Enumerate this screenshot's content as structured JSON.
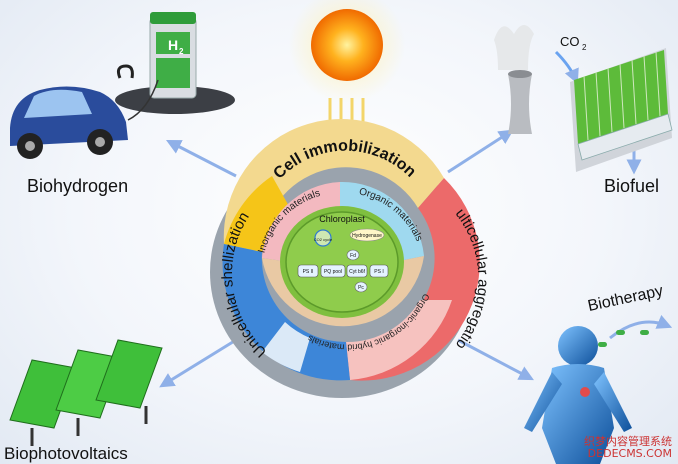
{
  "labels": {
    "biohydrogen": "Biohydrogen",
    "biofuel": "Biofuel",
    "biophotovoltaics": "Biophotovoltaics",
    "biotherapy": "Biotherapy",
    "co2": "CO",
    "co2_sub": "2",
    "h2": "H",
    "h2_sub": "2"
  },
  "ring_outer": {
    "cell_immobilization": "Cell immobilization",
    "multicellular_aggregation": "Multicellular aggregation",
    "unicellular_shellization": "Unicellular shellization"
  },
  "ring_inner": {
    "inorganic": "Inorganic materials",
    "organic": "Organic materials",
    "hybrid": "Organic-inorganic hybrid materials"
  },
  "chloroplast": {
    "title": "Chloroplast",
    "calvin": "CO2 cycle",
    "hydrogenase": "Hydrogenase",
    "fd": "Fd",
    "ps2": "PS II",
    "pq": "PQ pool",
    "cyt": "Cyt b6f",
    "ps1": "PS I",
    "pc": "Pc"
  },
  "watermark": {
    "line1": "织梦内容管理系统",
    "line2": "DEDECMS.COM"
  },
  "colors": {
    "sun": "#ff9a1a",
    "arrow": "#8fb0e8",
    "seg_yellow": "#f5c518",
    "seg_red": "#ec6a6a",
    "seg_blue": "#3d86d8",
    "inner_pink": "#f3b9c0",
    "inner_cyan": "#9fd9ef",
    "inner_beige": "#e9c9a4",
    "core_green": "#7fbf3f"
  }
}
